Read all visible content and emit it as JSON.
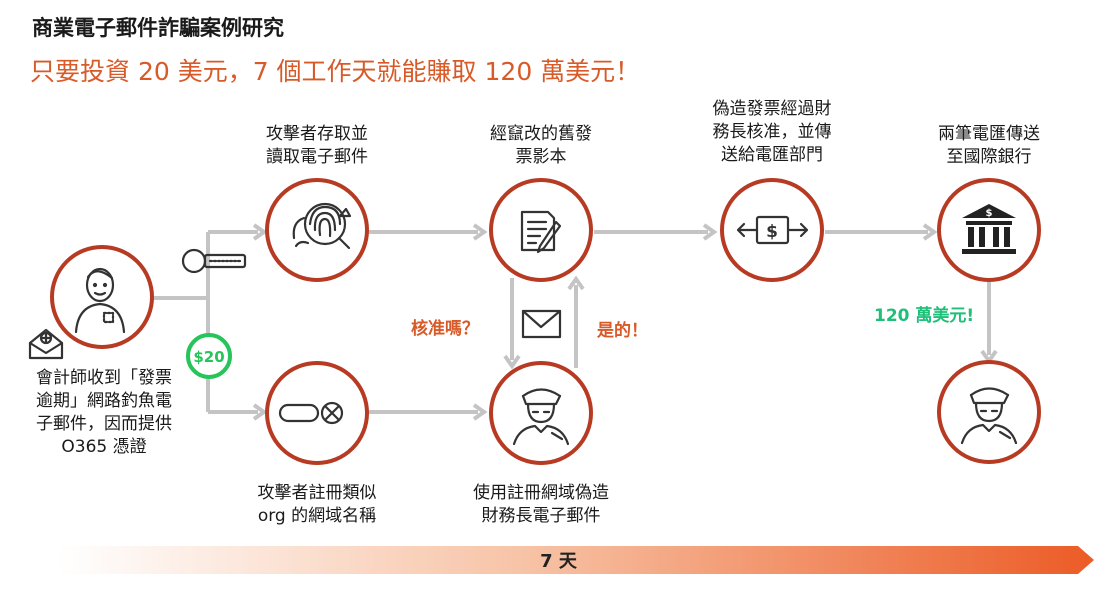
{
  "header": {
    "title": "商業電子郵件詐騙案例研究",
    "subtitle": "只要投資 20 美元，7 個工作天就能賺取 120 萬美元！"
  },
  "steps": {
    "accountant": [
      "會計師收到「發票",
      "逾期」網路釣魚電",
      "子郵件，因而提供",
      "O365 憑證"
    ],
    "access_email": [
      "攻擊者存取並",
      "讀取電子郵件"
    ],
    "register_domain": [
      "攻擊者註冊類似",
      "org 的網域名稱"
    ],
    "altered_invoice": [
      "經竄改的舊發",
      "票影本"
    ],
    "cfo_email": [
      "使用註冊網域偽造",
      "財務長電子郵件"
    ],
    "approval": [
      "偽造發票經過財",
      "務長核准，並傳",
      "送給電匯部門"
    ],
    "wire": [
      "兩筆電匯傳送",
      "至國際銀行"
    ]
  },
  "annotations": {
    "question": "核准嗎？",
    "answer": "是的！",
    "amount": "120 萬美元!",
    "cost_badge": "$20",
    "currency_symbol": "$"
  },
  "timeline": {
    "label": "7 天"
  },
  "colors": {
    "accent_orange": "#d85a28",
    "node_border": "#b73a22",
    "connector": "#c4c4c4",
    "badge_green": "#27c45a",
    "amount_green": "#1fbf7a"
  },
  "icons": [
    "person-icon",
    "phishing-email-icon",
    "usb-key-icon",
    "fingerprint-icon",
    "domain-link-icon",
    "document-edit-icon",
    "envelope-icon",
    "money-exchange-icon",
    "bank-icon",
    "officer-icon"
  ]
}
